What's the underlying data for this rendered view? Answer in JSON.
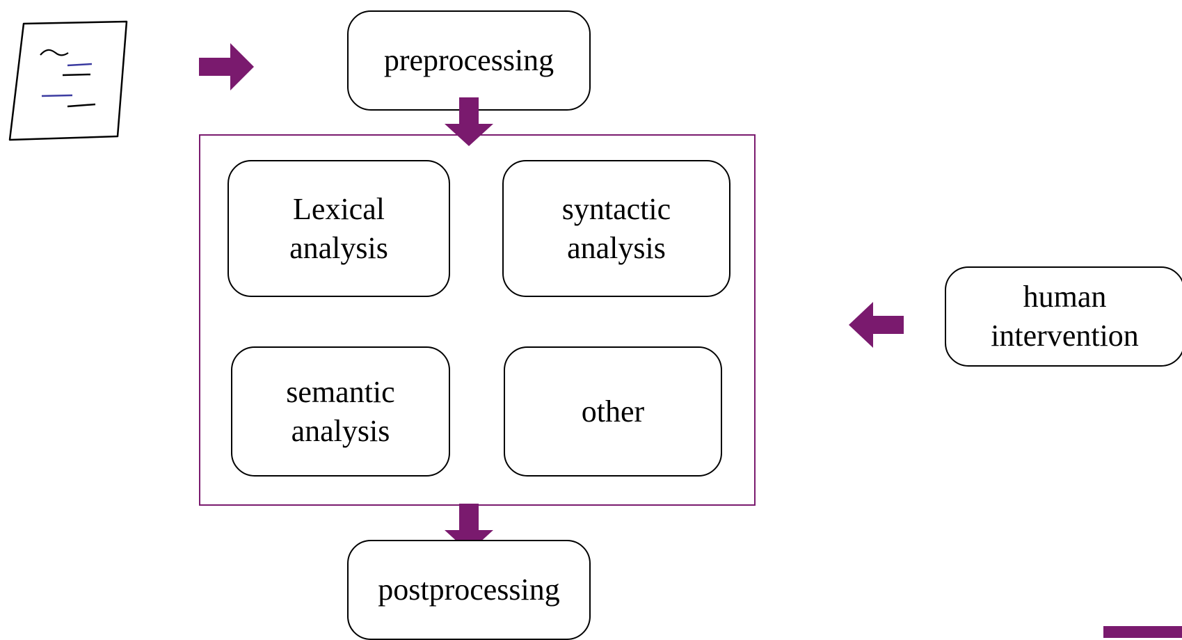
{
  "colors": {
    "accent": "#7a1a6e",
    "box_border": "#000000",
    "background": "#ffffff",
    "doc_line_blue": "#3a3aa0"
  },
  "icons": {
    "document": "handwritten-document-icon"
  },
  "diagram": {
    "preprocessing": "preprocessing",
    "analysis_boxes": [
      {
        "label": "Lexical\nanalysis"
      },
      {
        "label": "syntactic\nanalysis"
      },
      {
        "label": "semantic\nanalysis"
      },
      {
        "label": "other"
      }
    ],
    "postprocessing": "postprocessing",
    "human_intervention": "human\nintervention"
  }
}
